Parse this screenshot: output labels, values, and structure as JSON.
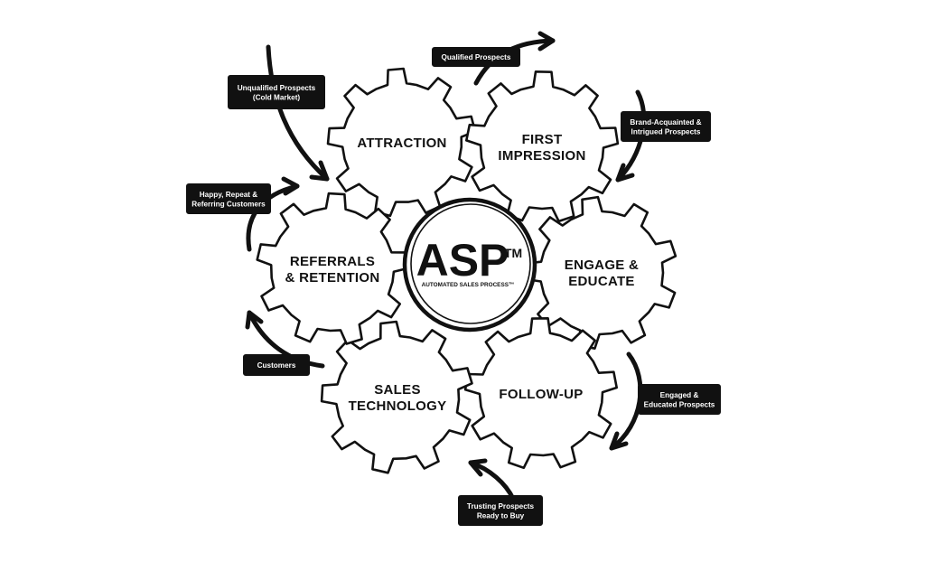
{
  "center": {
    "title": "ASP",
    "trademark": "TM",
    "subtitle": "AUTOMATED SALES PROCESS™"
  },
  "gears": [
    {
      "id": "attraction",
      "lines": [
        "ATTRACTION"
      ]
    },
    {
      "id": "first-impression",
      "lines": [
        "FIRST",
        "IMPRESSION"
      ]
    },
    {
      "id": "engage-educate",
      "lines": [
        "ENGAGE &",
        "EDUCATE"
      ]
    },
    {
      "id": "follow-up",
      "lines": [
        "FOLLOW-UP"
      ]
    },
    {
      "id": "sales-technology",
      "lines": [
        "SALES",
        "TECHNOLOGY"
      ]
    },
    {
      "id": "referrals-retention",
      "lines": [
        "REFERRALS",
        "& RETENTION"
      ]
    }
  ],
  "labels": [
    {
      "id": "unqualified-prospects",
      "lines": [
        "Unqualified Prospects",
        "(Cold Market)"
      ]
    },
    {
      "id": "qualified-prospects",
      "lines": [
        "Qualified Prospects"
      ]
    },
    {
      "id": "brand-acquainted",
      "lines": [
        "Brand-Acquainted &",
        "Intrigued Prospects"
      ]
    },
    {
      "id": "engaged-educated",
      "lines": [
        "Engaged &",
        "Educated Prospects"
      ]
    },
    {
      "id": "trusting-prospects",
      "lines": [
        "Trusting Prospects",
        "Ready to Buy"
      ]
    },
    {
      "id": "customers",
      "lines": [
        "Customers"
      ]
    },
    {
      "id": "happy-repeat",
      "lines": [
        "Happy, Repeat &",
        "Referring Customers"
      ]
    }
  ],
  "colors": {
    "ink": "#111111",
    "paper": "#ffffff"
  }
}
